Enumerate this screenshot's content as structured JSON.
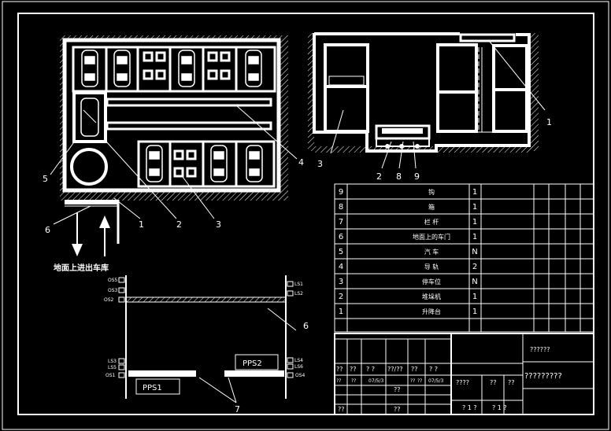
{
  "callouts": {
    "plan": [
      "1",
      "2",
      "3",
      "4",
      "5",
      "6"
    ],
    "plan_caption": "地面上进出车库",
    "section": [
      "1",
      "2",
      "3",
      "8",
      "9"
    ],
    "lower": [
      "6",
      "7"
    ]
  },
  "sensors": {
    "left": [
      "OS5",
      "OS3",
      "OS2",
      "LS3",
      "LS5",
      "OS1"
    ],
    "right": [
      "LS1",
      "LS2",
      "LS4",
      "LS6",
      "OS4"
    ]
  },
  "pps": [
    "PPS1",
    "PPS2"
  ],
  "parts": [
    {
      "no": "9",
      "name": "钩",
      "qty": "1"
    },
    {
      "no": "8",
      "name": "箱",
      "qty": "1"
    },
    {
      "no": "7",
      "name": "栏 杆",
      "qty": "1"
    },
    {
      "no": "6",
      "name": "地面上的车门",
      "qty": "1"
    },
    {
      "no": "5",
      "name": "汽 车",
      "qty": "N"
    },
    {
      "no": "4",
      "name": "导 轨",
      "qty": "2"
    },
    {
      "no": "3",
      "name": "停车位",
      "qty": "N"
    },
    {
      "no": "2",
      "name": "堆垛机",
      "qty": "1"
    },
    {
      "no": "1",
      "name": "升降台",
      "qty": "1"
    }
  ],
  "title_block": {
    "a": "??????",
    "b": "?????????",
    "r1": [
      "??",
      "??",
      "? ?",
      "??/??",
      "??",
      "? ?"
    ],
    "r2": [
      "??",
      "??",
      "07/5/3",
      "??",
      "??",
      "07/5/3"
    ],
    "r3": [
      "????",
      "??",
      "??"
    ],
    "r4": [
      "??"
    ],
    "r5": [
      "? 1 ?",
      "? 1 ?"
    ],
    "r6": [
      "??",
      "??"
    ]
  }
}
